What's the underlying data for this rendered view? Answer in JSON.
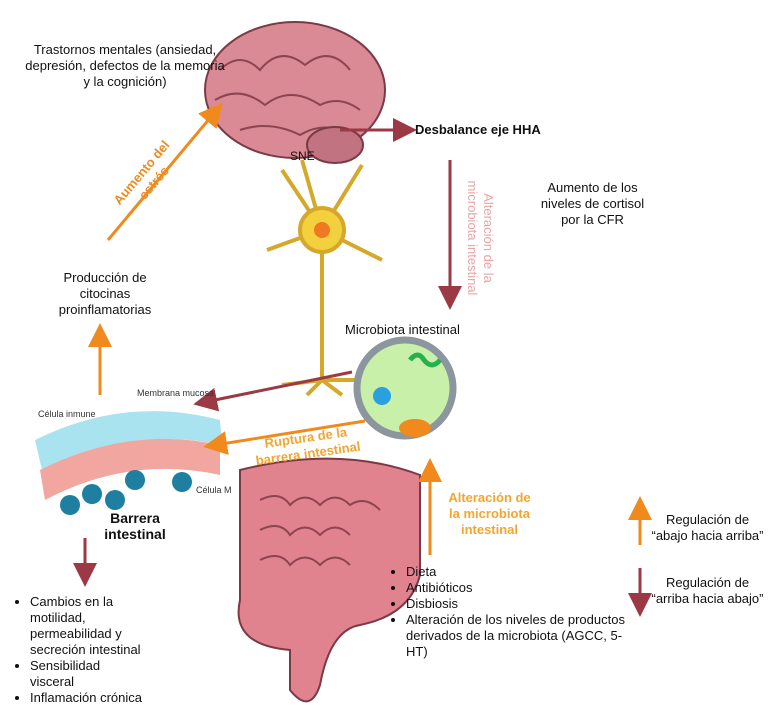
{
  "labels": {
    "mental_disorders": "Trastornos mentales (ansiedad, depresión, defectos de la memoria y la cognición)",
    "hpa_imbalance": "Desbalance eje HHA",
    "sne": "SNE",
    "alteration_vertical": "Alteración de la microbiota intestinal",
    "cortisol": "Aumento de los niveles de cortisol por la CFR",
    "stress": "Aumento del estrés",
    "cytokines": "Producción de citocinas proinflamatorias",
    "microbiota": "Microbiota intestinal",
    "mucosa": "Membrana mucosa",
    "immune_cell": "Célula inmune",
    "m_cell": "Célula M",
    "barrier_rupture": "Ruptura de la barrera intestinal",
    "barrier": "Barrera intestinal",
    "alteration_up": "Alteración de la microbiota intestinal"
  },
  "effects_list": [
    "Cambios en la motilidad, permeabilidad y secreción intestinal",
    "Sensibilidad visceral",
    "Inflamación crónica"
  ],
  "causes_list": [
    "Dieta",
    "Antibióticos",
    "Disbiosis",
    "Alteración de los niveles de productos derivados de la microbiota (AGCC, 5-HT)"
  ],
  "legend": {
    "bottom_up": "Regulación de “abajo hacia arriba”",
    "top_down": "Regulación de “arriba hacia abajo”"
  },
  "colors": {
    "bottom_up": "#f08a1c",
    "top_down": "#9b3a44",
    "pink_text": "#e9a5a5",
    "orange_text": "#f2a630"
  }
}
